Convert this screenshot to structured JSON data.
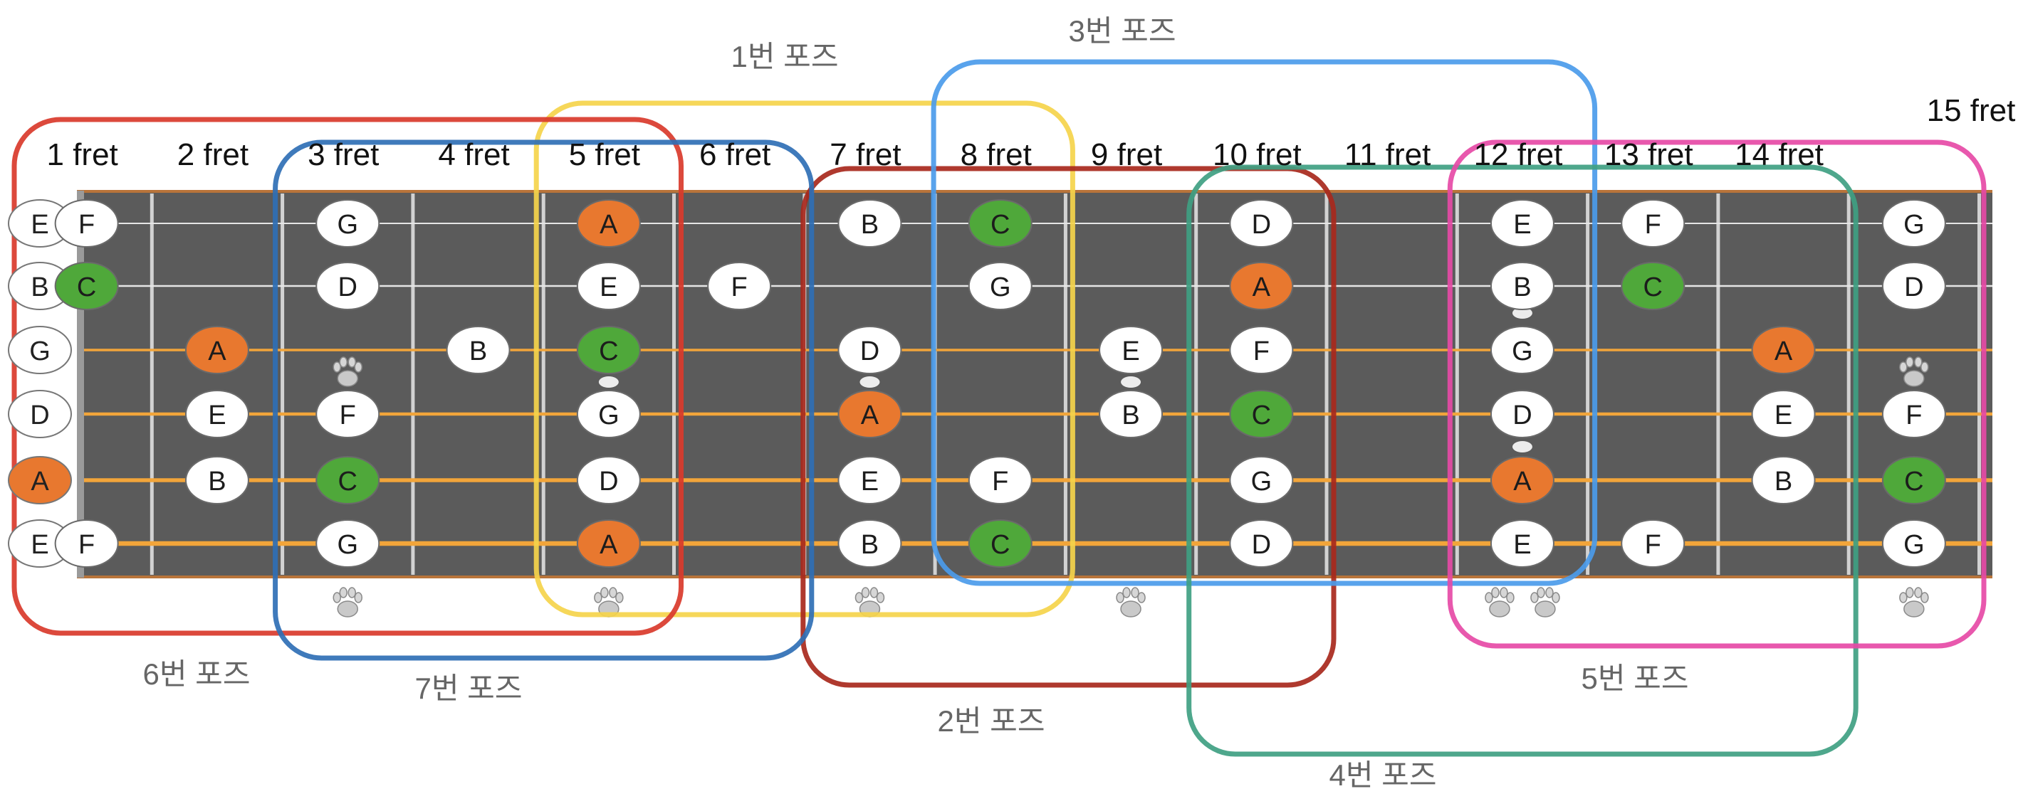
{
  "open_strings": [
    {
      "note": "E",
      "highlight": false
    },
    {
      "note": "B",
      "highlight": false
    },
    {
      "note": "G",
      "highlight": false
    },
    {
      "note": "D",
      "highlight": false
    },
    {
      "note": "A",
      "highlight": true
    },
    {
      "note": "E",
      "highlight": false
    }
  ],
  "fret_labels": [
    "1 fret",
    "2 fret",
    "3 fret",
    "4 fret",
    "5 fret",
    "6 fret",
    "7 fret",
    "8 fret",
    "9 fret",
    "10 fret",
    "11 fret",
    "12 fret",
    "13 fret",
    "14 fret",
    "15 fret"
  ],
  "notes": [
    {
      "fret": 1,
      "string": 1,
      "note": "F"
    },
    {
      "fret": 1,
      "string": 2,
      "note": "C",
      "kind": "root"
    },
    {
      "fret": 1,
      "string": 6,
      "note": "F"
    },
    {
      "fret": 2,
      "string": 3,
      "note": "A",
      "kind": "sixth"
    },
    {
      "fret": 2,
      "string": 4,
      "note": "E"
    },
    {
      "fret": 2,
      "string": 5,
      "note": "B"
    },
    {
      "fret": 3,
      "string": 1,
      "note": "G"
    },
    {
      "fret": 3,
      "string": 2,
      "note": "D"
    },
    {
      "fret": 3,
      "string": 4,
      "note": "F"
    },
    {
      "fret": 3,
      "string": 5,
      "note": "C",
      "kind": "root"
    },
    {
      "fret": 3,
      "string": 6,
      "note": "G"
    },
    {
      "fret": 4,
      "string": 3,
      "note": "B"
    },
    {
      "fret": 5,
      "string": 1,
      "note": "A",
      "kind": "sixth"
    },
    {
      "fret": 5,
      "string": 2,
      "note": "E"
    },
    {
      "fret": 5,
      "string": 3,
      "note": "C",
      "kind": "root"
    },
    {
      "fret": 5,
      "string": 4,
      "note": "G"
    },
    {
      "fret": 5,
      "string": 5,
      "note": "D"
    },
    {
      "fret": 5,
      "string": 6,
      "note": "A",
      "kind": "sixth"
    },
    {
      "fret": 6,
      "string": 2,
      "note": "F"
    },
    {
      "fret": 7,
      "string": 1,
      "note": "B"
    },
    {
      "fret": 7,
      "string": 3,
      "note": "D"
    },
    {
      "fret": 7,
      "string": 4,
      "note": "A",
      "kind": "sixth"
    },
    {
      "fret": 7,
      "string": 5,
      "note": "E"
    },
    {
      "fret": 7,
      "string": 6,
      "note": "B"
    },
    {
      "fret": 8,
      "string": 1,
      "note": "C",
      "kind": "root"
    },
    {
      "fret": 8,
      "string": 2,
      "note": "G"
    },
    {
      "fret": 8,
      "string": 5,
      "note": "F"
    },
    {
      "fret": 8,
      "string": 6,
      "note": "C",
      "kind": "root"
    },
    {
      "fret": 9,
      "string": 3,
      "note": "E"
    },
    {
      "fret": 9,
      "string": 4,
      "note": "B"
    },
    {
      "fret": 10,
      "string": 1,
      "note": "D"
    },
    {
      "fret": 10,
      "string": 2,
      "note": "A",
      "kind": "sixth"
    },
    {
      "fret": 10,
      "string": 3,
      "note": "F"
    },
    {
      "fret": 10,
      "string": 4,
      "note": "C",
      "kind": "root"
    },
    {
      "fret": 10,
      "string": 5,
      "note": "G"
    },
    {
      "fret": 10,
      "string": 6,
      "note": "D"
    },
    {
      "fret": 12,
      "string": 1,
      "note": "E"
    },
    {
      "fret": 12,
      "string": 2,
      "note": "B"
    },
    {
      "fret": 12,
      "string": 3,
      "note": "G"
    },
    {
      "fret": 12,
      "string": 4,
      "note": "D"
    },
    {
      "fret": 12,
      "string": 5,
      "note": "A",
      "kind": "sixth"
    },
    {
      "fret": 12,
      "string": 6,
      "note": "E"
    },
    {
      "fret": 13,
      "string": 1,
      "note": "F"
    },
    {
      "fret": 13,
      "string": 2,
      "note": "C",
      "kind": "root"
    },
    {
      "fret": 13,
      "string": 6,
      "note": "F"
    },
    {
      "fret": 14,
      "string": 3,
      "note": "A",
      "kind": "sixth"
    },
    {
      "fret": 14,
      "string": 4,
      "note": "E"
    },
    {
      "fret": 14,
      "string": 5,
      "note": "B"
    },
    {
      "fret": 15,
      "string": 1,
      "note": "G"
    },
    {
      "fret": 15,
      "string": 2,
      "note": "D"
    },
    {
      "fret": 15,
      "string": 4,
      "note": "F"
    },
    {
      "fret": 15,
      "string": 5,
      "note": "C",
      "kind": "root"
    },
    {
      "fret": 15,
      "string": 6,
      "note": "G"
    }
  ],
  "fret_markers": [
    {
      "fret": 3,
      "icon": "paw-icon",
      "count": 1
    },
    {
      "fret": 5,
      "icon": "paw-icon",
      "count": 1
    },
    {
      "fret": 7,
      "icon": "paw-icon",
      "count": 1
    },
    {
      "fret": 9,
      "icon": "paw-icon",
      "count": 1
    },
    {
      "fret": 12,
      "icon": "paw-icon",
      "count": 2
    },
    {
      "fret": 15,
      "icon": "paw-icon",
      "count": 1
    }
  ],
  "positions": [
    {
      "label": "1번 포즈",
      "color": "#f5d44b",
      "from_fret": 5,
      "to_fret": 8
    },
    {
      "label": "2번 포즈",
      "color": "#a8281c",
      "from_fret": 7,
      "to_fret": 10
    },
    {
      "label": "3번 포즈",
      "color": "#4b9bea",
      "from_fret": 8,
      "to_fret": 12
    },
    {
      "label": "4번 포즈",
      "color": "#3f9f82",
      "from_fret": 10,
      "to_fret": 14
    },
    {
      "label": "5번 포즈",
      "color": "#e64aa6",
      "from_fret": 12,
      "to_fret": 15
    },
    {
      "label": "6번 포즈",
      "color": "#d93a2b",
      "from_fret": 1,
      "to_fret": 5
    },
    {
      "label": "7번 포즈",
      "color": "#2f6fb5",
      "from_fret": 3,
      "to_fret": 6
    }
  ],
  "colors": {
    "fretboard": "#5b5b5b",
    "wound_string": "#f2a53a",
    "plain_string": "#e6e6e6",
    "root_note": "#4fa83a",
    "sixth_note": "#e8782f",
    "plain_note": "#ffffff"
  }
}
